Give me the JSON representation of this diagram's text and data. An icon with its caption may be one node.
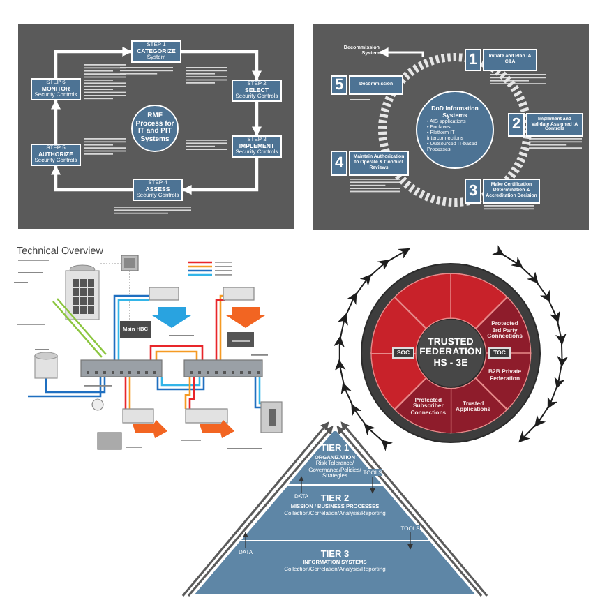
{
  "diagram": {
    "nodes": [
      {
        "text": [
          "RMF Process for IT and PIT Systems"
        ]
      },
      {
        "text": [
          "STEP 1",
          "CATEGORIZE",
          "System"
        ]
      },
      {
        "text": [
          "STEP 2",
          "SELECT",
          "Security Controls"
        ]
      },
      {
        "text": [
          "STEP 3",
          "IMPLEMENT",
          "Security Controls"
        ]
      },
      {
        "text": [
          "STEP 4",
          "ASSESS",
          "Security Controls"
        ]
      },
      {
        "text": [
          "STEP 5",
          "AUTHORIZE",
          "Security Controls"
        ]
      },
      {
        "text": [
          "STEP 6",
          "MONITOR",
          "Security Controls"
        ]
      },
      {
        "text": [
          "DoD Information Systems",
          "• AIS applications",
          "• Enclaves",
          "• Platform IT interconnections",
          "• Outsourced IT-based Processes"
        ]
      },
      {
        "text": [
          "1",
          "Initiate and Plan IA C&A"
        ]
      },
      {
        "text": [
          "2",
          "Implement and Validate Assigned IA Controls"
        ]
      },
      {
        "text": [
          "3",
          "Make Certification Determination & Accreditation Decision"
        ]
      },
      {
        "text": [
          "4",
          "Maintain Authorization to Operate & Conduct Reviews"
        ]
      },
      {
        "text": [
          "5",
          "Decommission"
        ]
      },
      {
        "text": [
          "Decommission System"
        ]
      },
      {
        "text": [
          "Main HBC"
        ]
      },
      {
        "text": [
          "TRUSTED FEDERATION HS - 3E"
        ]
      },
      {
        "text": [
          "SOC"
        ]
      },
      {
        "text": [
          "TOC"
        ]
      },
      {
        "text": [
          "Protected 3rd Party Connections"
        ]
      },
      {
        "text": [
          "B2B Private Federation"
        ]
      },
      {
        "text": [
          "Trusted Applications"
        ]
      },
      {
        "text": [
          "Protected Subscriber Connections"
        ]
      },
      {
        "text": [],
        "shape": "wedge"
      },
      {
        "text": [],
        "shape": "wedge"
      },
      {
        "text": [],
        "shape": "wedge"
      },
      {
        "text": [],
        "shape": "wedge"
      },
      {
        "text": [
          "TIER 1",
          "ORGANIZATION",
          "Risk Tolerance/ Governance/Policies/ Strategies"
        ]
      },
      {
        "text": [
          "TIER 2",
          "MISSION / BUSINESS PROCESSES",
          "Collection/Correlation/Analysis/Reporting"
        ]
      },
      {
        "text": [
          "TIER 3",
          "INFORMATION SYSTEMS",
          "Collection/Correlation/Analysis/Reporting"
        ]
      }
    ],
    "edges": [
      {
        "from": 1,
        "to": 2,
        "arrow": "to"
      },
      {
        "from": 2,
        "to": 3,
        "arrow": "to"
      },
      {
        "from": 3,
        "to": 4,
        "arrow": "to"
      },
      {
        "from": 4,
        "to": 5,
        "arrow": "to"
      },
      {
        "from": 5,
        "to": 6,
        "arrow": "to"
      },
      {
        "from": 6,
        "to": 1,
        "arrow": "to"
      },
      {
        "from": null,
        "to": 13,
        "arrow": "to"
      },
      {
        "from": 27,
        "to": 26,
        "arrow": "to",
        "label": "DATA",
        "color": "#333333"
      },
      {
        "from": 26,
        "to": 27,
        "arrow": "to",
        "label": "TOOLS",
        "color": "#333333"
      },
      {
        "from": 28,
        "to": 27,
        "arrow": "to",
        "label": "DATA",
        "color": "#333333"
      },
      {
        "from": 27,
        "to": 28,
        "arrow": "to",
        "label": "TOOLS",
        "color": "#333333"
      }
    ],
    "labels": [
      "Technical Overview"
    ]
  }
}
